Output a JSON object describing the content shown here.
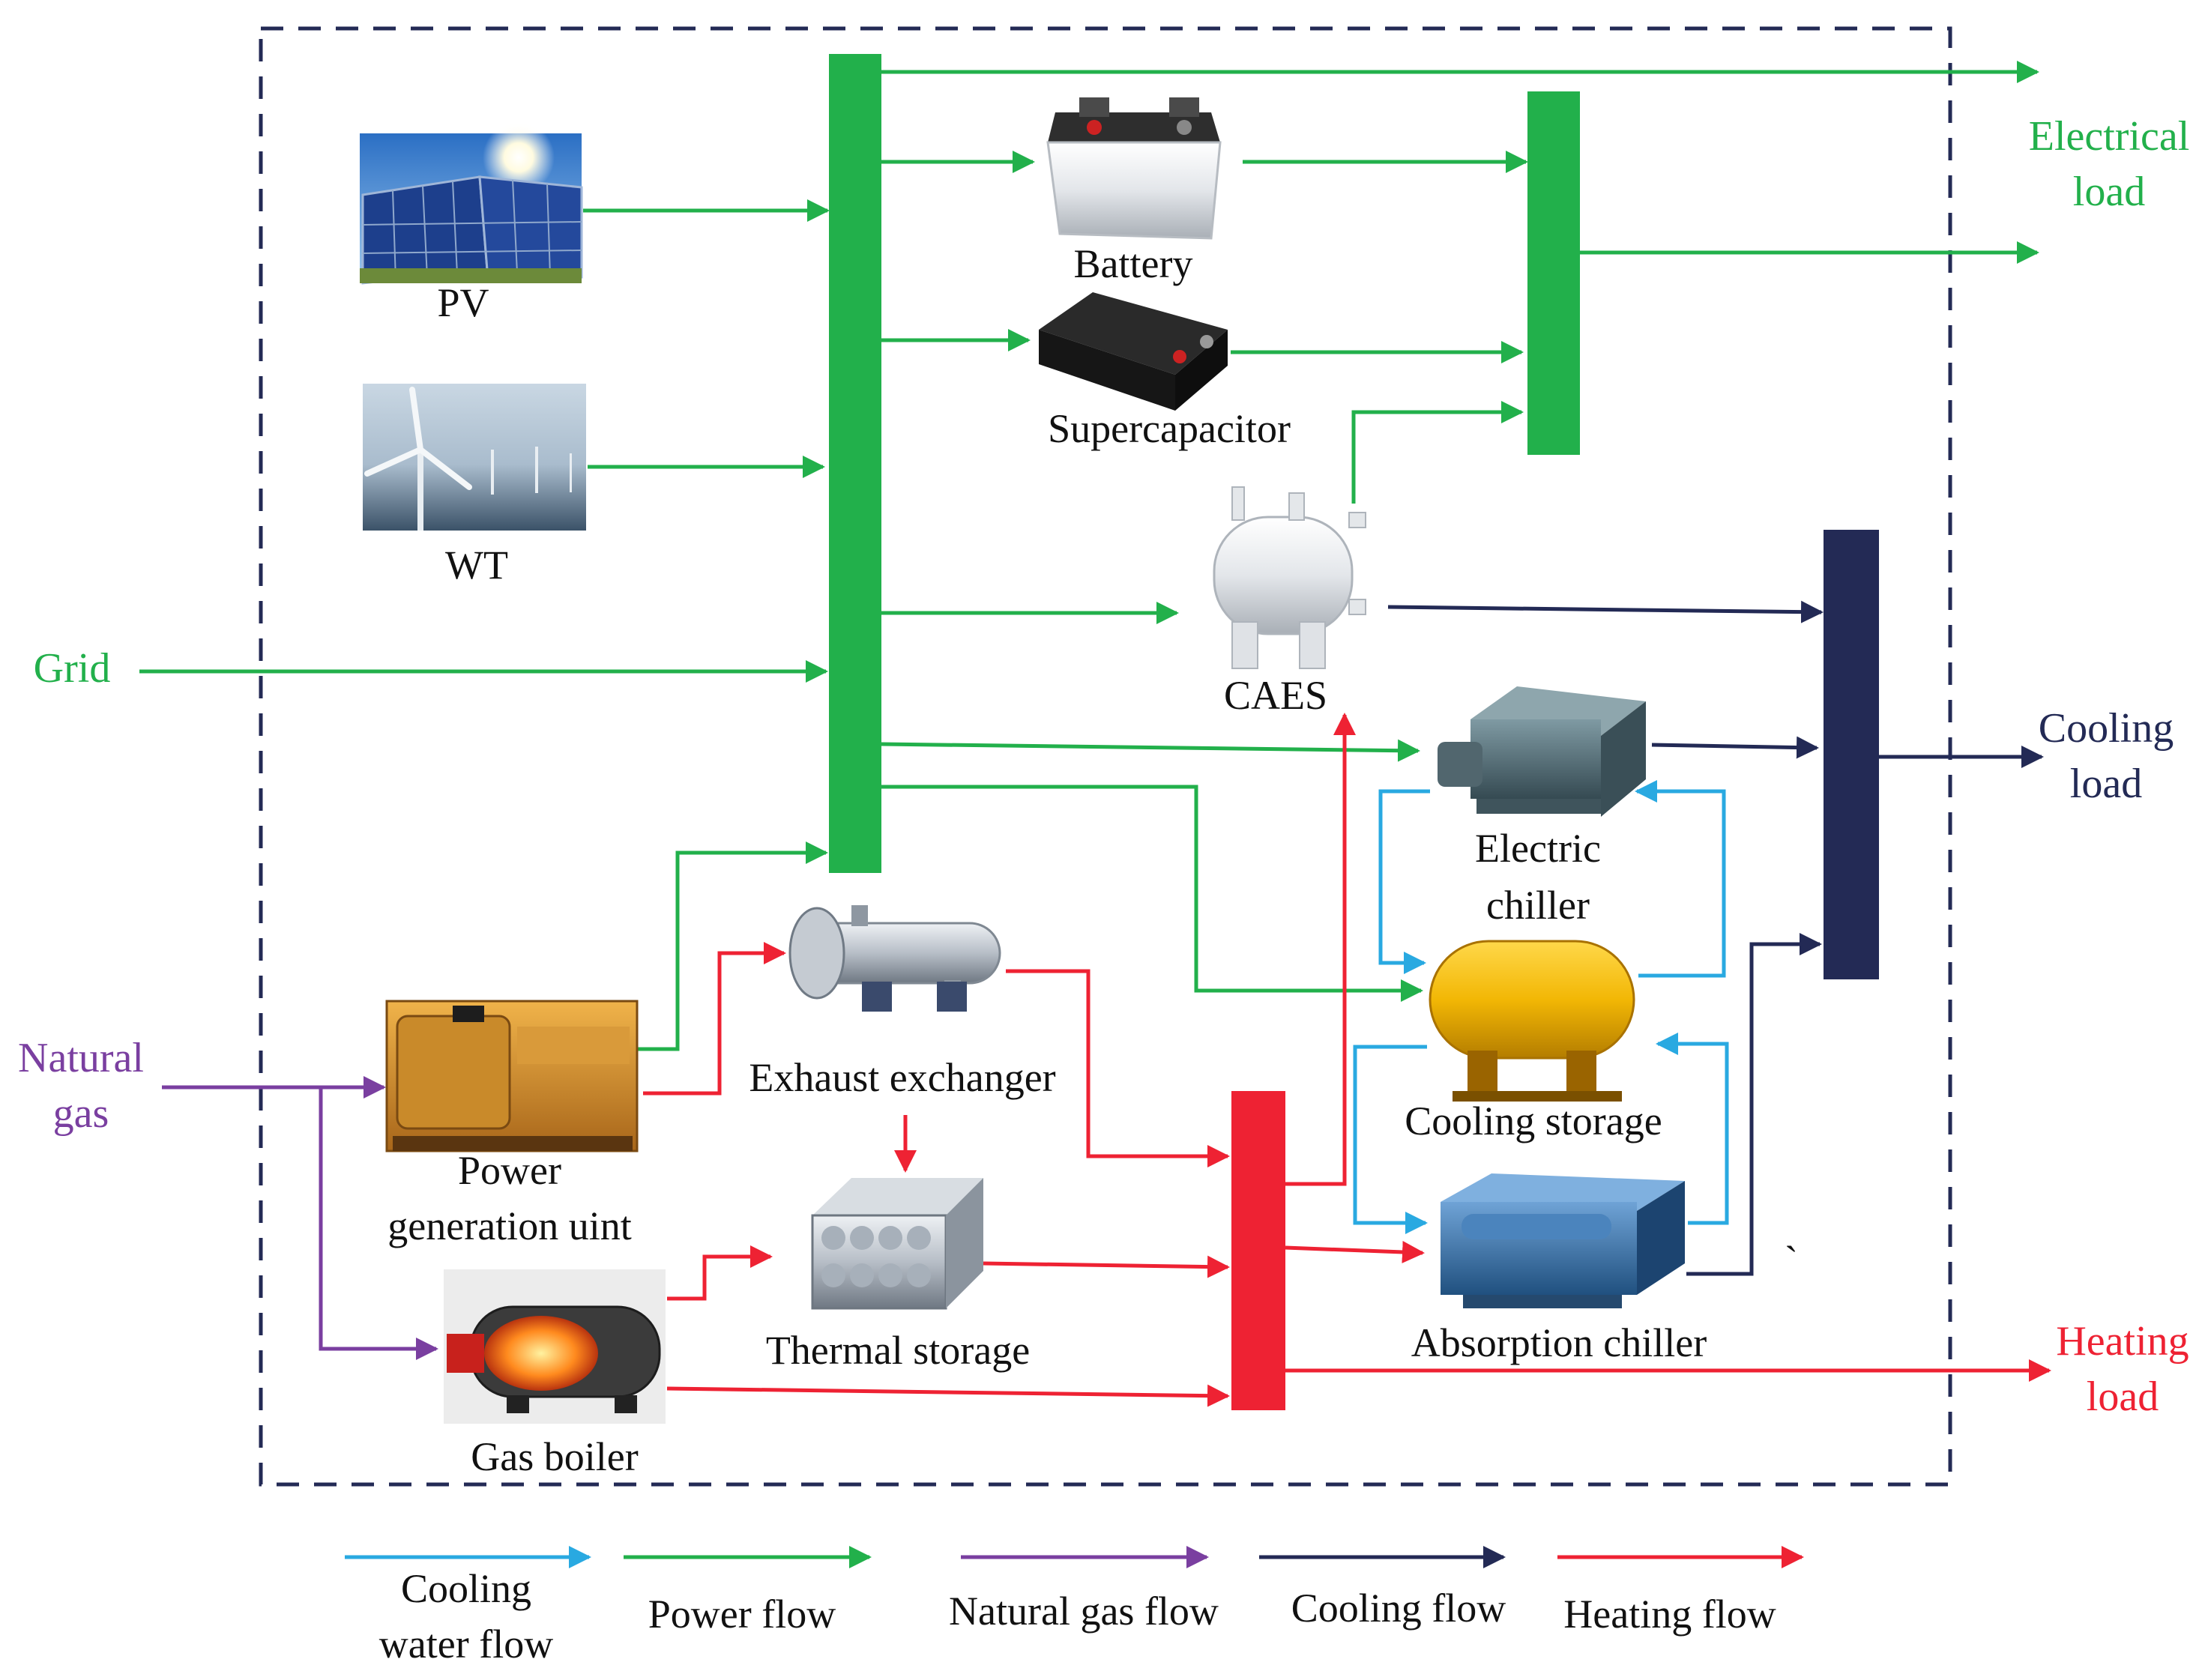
{
  "colors": {
    "power": "#22b04b",
    "cooling": "#232a55",
    "heating": "#ee2233",
    "natural_gas": "#7a3fa0",
    "cooling_water": "#29a9e1",
    "text": "#111111"
  },
  "components": {
    "pv": "PV",
    "wt": "WT",
    "battery": "Battery",
    "supercapacitor": "Supercapacitor",
    "caes": "CAES",
    "electric_chiller": [
      "Electric",
      "chiller"
    ],
    "cooling_storage": "Cooling storage",
    "absorption_chiller": "Absorption chiller",
    "exhaust_exchanger": "Exhaust exchanger",
    "pgu": [
      "Power",
      "generation uint"
    ],
    "thermal_storage": "Thermal storage",
    "gas_boiler": "Gas boiler"
  },
  "external": {
    "grid": "Grid",
    "natural_gas": [
      "Natural",
      "gas"
    ],
    "electrical_load": [
      "Electrical",
      "load"
    ],
    "cooling_load": [
      "Cooling",
      "load"
    ],
    "heating_load": [
      "Heating",
      "load"
    ]
  },
  "legend": [
    {
      "key": "cooling_water",
      "label": [
        "Cooling",
        "water flow"
      ],
      "color": "#29a9e1"
    },
    {
      "key": "power",
      "label": [
        "Power flow"
      ],
      "color": "#22b04b"
    },
    {
      "key": "natural_gas",
      "label": [
        "Natural gas flow"
      ],
      "color": "#7a3fa0"
    },
    {
      "key": "cooling",
      "label": [
        "Cooling flow"
      ],
      "color": "#232a55"
    },
    {
      "key": "heating",
      "label": [
        "Heating flow"
      ],
      "color": "#ee2233"
    }
  ],
  "stray_mark": "`"
}
